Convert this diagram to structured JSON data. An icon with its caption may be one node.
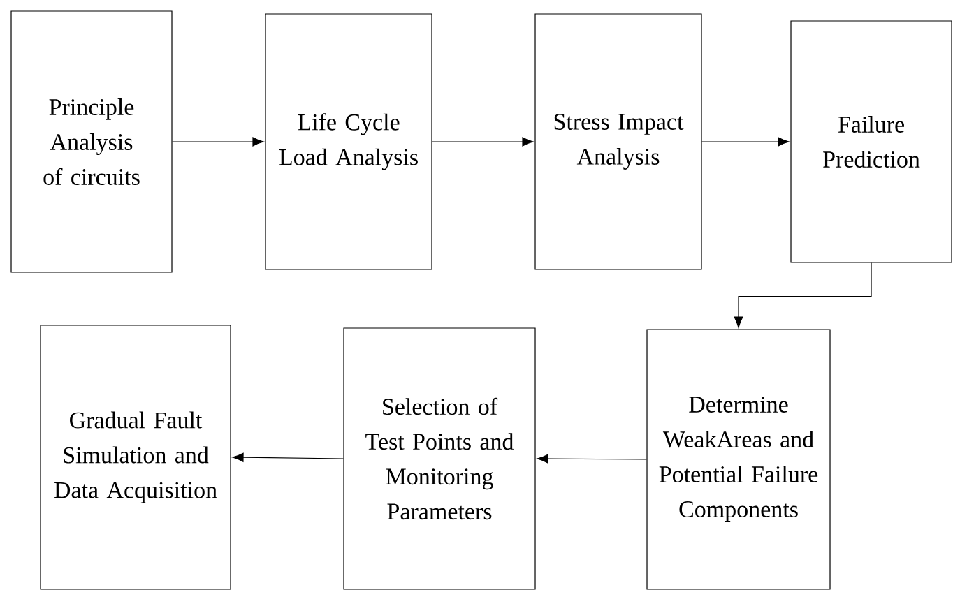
{
  "diagram": {
    "nodes": [
      {
        "text": [
          "Principle Analysis of circuits"
        ]
      },
      {
        "text": [
          "Life Cycle Load Analysis"
        ]
      },
      {
        "text": [
          "Stress Impact Analysis"
        ]
      },
      {
        "text": [
          "Failure Prediction"
        ]
      },
      {
        "text": [
          "Determine WeakAreas and Potential Failure Components"
        ]
      },
      {
        "text": [
          "Selection of Test Points and Monitoring Parameters"
        ]
      },
      {
        "text": [
          "Gradual Fault Simulation and Data Acquisition"
        ]
      }
    ],
    "edges": [
      {
        "from": 0,
        "to": 1,
        "arrow": "to"
      },
      {
        "from": 1,
        "to": 2,
        "arrow": "to"
      },
      {
        "from": 2,
        "to": 3,
        "arrow": "to"
      },
      {
        "from": 3,
        "to": 4,
        "arrow": "to"
      },
      {
        "from": 4,
        "to": 5,
        "arrow": "to"
      },
      {
        "from": 5,
        "to": 6,
        "arrow": "to"
      }
    ]
  }
}
